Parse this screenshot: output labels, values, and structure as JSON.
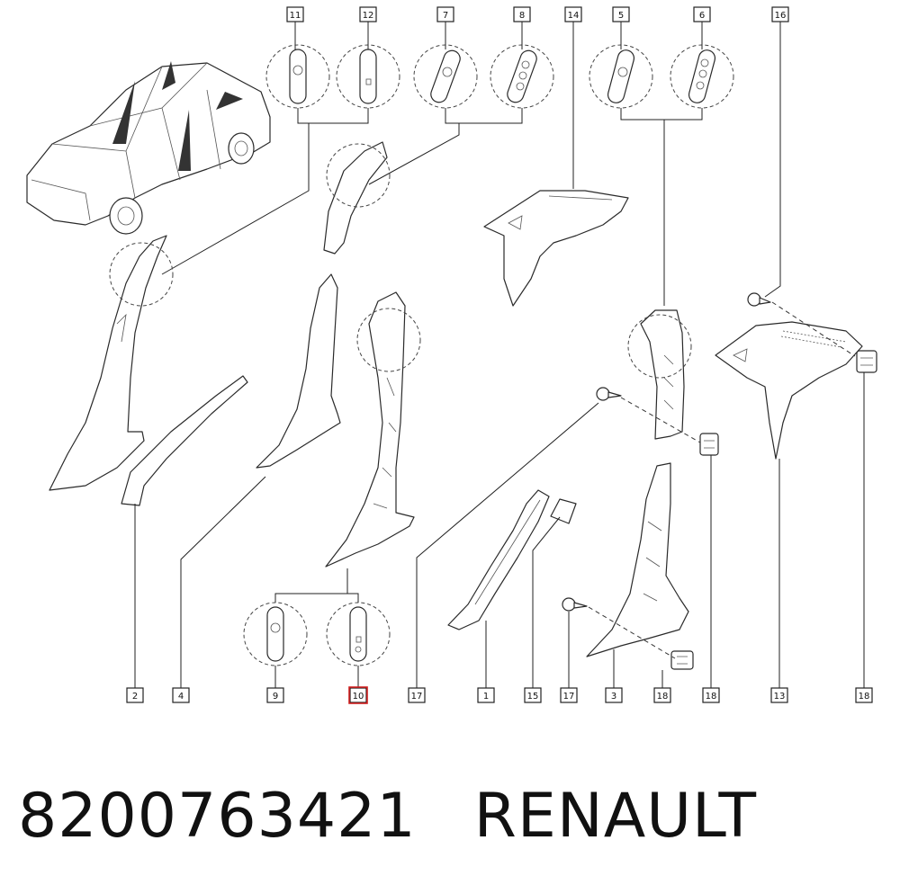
{
  "diagram": {
    "title": "",
    "callouts": [
      "11",
      "12",
      "7",
      "8",
      "14",
      "5",
      "6",
      "16",
      "2",
      "4",
      "9",
      "10",
      "17",
      "1",
      "15",
      "17",
      "3",
      "18",
      "18",
      "13",
      "18"
    ],
    "highlighted_callout": "10",
    "highlight_color": "#d21f1f"
  },
  "footer": {
    "part_number": "8200763421",
    "brand": "RENAULT"
  }
}
